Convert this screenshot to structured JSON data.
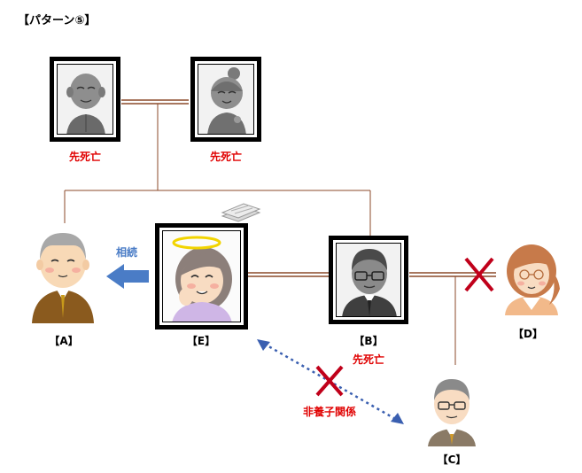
{
  "title": "【パターン⑤】",
  "labels": {
    "a": "【A】",
    "b": "【B】",
    "c": "【C】",
    "d": "【D】",
    "e": "【E】"
  },
  "status": {
    "grandfather": "先死亡",
    "grandmother": "先死亡",
    "b": "先死亡"
  },
  "arrow_label": "相続",
  "relation_label": "非養子関係",
  "colors": {
    "red": "#e00000",
    "blue": "#4a7cc6",
    "line": "#8b4a2a",
    "cross": "#c0001a"
  }
}
